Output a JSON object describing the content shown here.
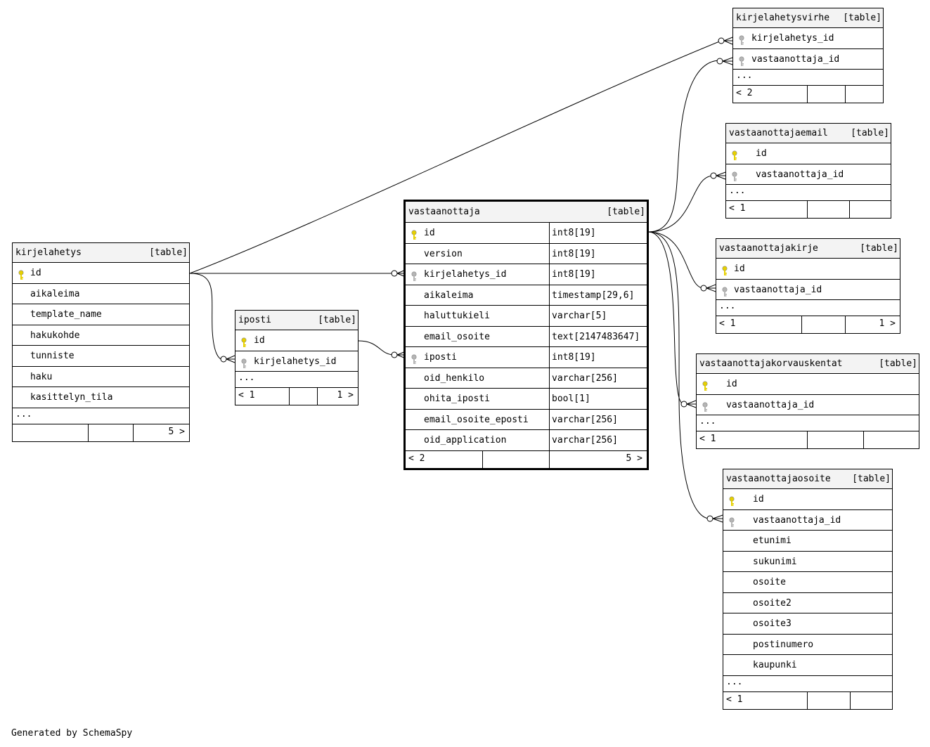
{
  "tables": {
    "kirjelahetys": {
      "name": "kirjelahetys",
      "tag": "[table]",
      "columns": [
        "id",
        "aikaleima",
        "template_name",
        "hakukohde",
        "tunniste",
        "haku",
        "kasittelyn_tila"
      ],
      "more": "...",
      "foot_left": "",
      "foot_right": "5 >"
    },
    "iposti": {
      "name": "iposti",
      "tag": "[table]",
      "columns": [
        "id",
        "kirjelahetys_id"
      ],
      "more": "...",
      "foot_left": "< 1",
      "foot_right": "1 >"
    },
    "vastaanottaja": {
      "name": "vastaanottaja",
      "tag": "[table]",
      "columns": [
        "id",
        "version",
        "kirjelahetys_id",
        "aikaleima",
        "haluttukieli",
        "email_osoite",
        "iposti",
        "oid_henkilo",
        "ohita_iposti",
        "email_osoite_eposti",
        "oid_application"
      ],
      "types": [
        "int8[19]",
        "int8[19]",
        "int8[19]",
        "timestamp[29,6]",
        "varchar[5]",
        "text[2147483647]",
        "int8[19]",
        "varchar[256]",
        "bool[1]",
        "varchar[256]",
        "varchar[256]"
      ],
      "foot_left": "< 2",
      "foot_right": "5 >"
    },
    "kirjelahetysvirhe": {
      "name": "kirjelahetysvirhe",
      "tag": "[table]",
      "columns": [
        "kirjelahetys_id",
        "vastaanottaja_id"
      ],
      "more": "...",
      "foot_left": "< 2",
      "foot_right": ""
    },
    "vastaanottajaemail": {
      "name": "vastaanottajaemail",
      "tag": "[table]",
      "columns": [
        "id",
        "vastaanottaja_id"
      ],
      "more": "...",
      "foot_left": "< 1",
      "foot_right": ""
    },
    "vastaanottajakirje": {
      "name": "vastaanottajakirje",
      "tag": "[table]",
      "columns": [
        "id",
        "vastaanottaja_id"
      ],
      "more": "...",
      "foot_left": "< 1",
      "foot_right": "1 >"
    },
    "vastaanottajakorvauskentat": {
      "name": "vastaanottajakorvauskentat",
      "tag": "[table]",
      "columns": [
        "id",
        "vastaanottaja_id"
      ],
      "more": "...",
      "foot_left": "< 1",
      "foot_right": ""
    },
    "vastaanottajaosoite": {
      "name": "vastaanottajaosoite",
      "tag": "[table]",
      "columns": [
        "id",
        "vastaanottaja_id",
        "etunimi",
        "sukunimi",
        "osoite",
        "osoite2",
        "osoite3",
        "postinumero",
        "kaupunki"
      ],
      "more": "...",
      "foot_left": "< 1",
      "foot_right": ""
    }
  },
  "key_colors": {
    "primary": "#e6d000",
    "foreign": "#b5b5b5"
  },
  "footer": "Generated by SchemaSpy"
}
